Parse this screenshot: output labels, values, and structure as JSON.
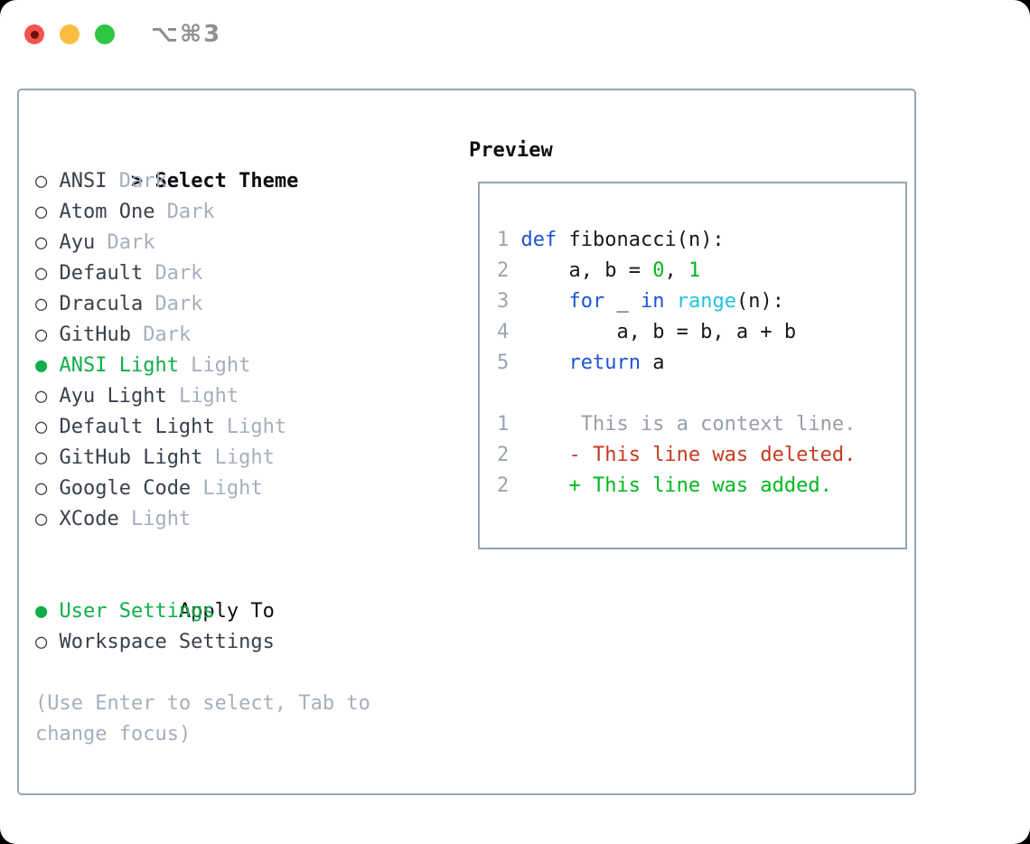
{
  "window": {
    "shortcut_label": "⌥⌘3"
  },
  "glyphs": {
    "radio_selected": "●",
    "radio_unselected": "○"
  },
  "colors": {
    "tl-close": "#f4534f",
    "tl-close-dot": "#701208",
    "tl-min": "#fbbd40",
    "tl-zoom": "#2ec643",
    "border": "#9aa3b1",
    "heading": "#0b0d10",
    "text-dark": "#3a4049",
    "muted": "#a7afbc",
    "accent": "#0fae4a",
    "kw": "#1d53d8",
    "cyan": "#1fc3dd",
    "num-green": "#00b81f",
    "added": "#00b81f",
    "deleted": "#c63a1f",
    "line-number": "#9aa4b2",
    "context": "#999fa8"
  },
  "theme_picker": {
    "header_marker": ">",
    "header_label": "Select Theme",
    "items": [
      {
        "name": "ANSI",
        "variant": "Dark",
        "selected": false
      },
      {
        "name": "Atom One",
        "variant": "Dark",
        "selected": false
      },
      {
        "name": "Ayu",
        "variant": "Dark",
        "selected": false
      },
      {
        "name": "Default",
        "variant": "Dark",
        "selected": false
      },
      {
        "name": "Dracula",
        "variant": "Dark",
        "selected": false
      },
      {
        "name": "GitHub",
        "variant": "Dark",
        "selected": false
      },
      {
        "name": "ANSI Light",
        "variant": "Light",
        "selected": true
      },
      {
        "name": "Ayu Light",
        "variant": "Light",
        "selected": false
      },
      {
        "name": "Default Light",
        "variant": "Light",
        "selected": false
      },
      {
        "name": "GitHub Light",
        "variant": "Light",
        "selected": false
      },
      {
        "name": "Google Code",
        "variant": "Light",
        "selected": false
      },
      {
        "name": "XCode",
        "variant": "Light",
        "selected": false
      }
    ]
  },
  "apply_to": {
    "label": "Apply To",
    "options": [
      {
        "label": "User Settings",
        "selected": true
      },
      {
        "label": "Workspace Settings",
        "selected": false
      }
    ]
  },
  "hint": "(Use Enter to select, Tab to change focus)",
  "preview": {
    "label": "Preview",
    "code_lines": [
      [
        {
          "t": "1",
          "c": "ln"
        },
        {
          "t": " ",
          "c": "pl"
        },
        {
          "t": "def",
          "c": "kw"
        },
        {
          "t": " fibonacci(n):",
          "c": "pl"
        }
      ],
      [
        {
          "t": "2",
          "c": "ln"
        },
        {
          "t": "     a, b = ",
          "c": "pl"
        },
        {
          "t": "0",
          "c": "num"
        },
        {
          "t": ", ",
          "c": "pl"
        },
        {
          "t": "1",
          "c": "num"
        }
      ],
      [
        {
          "t": "3",
          "c": "ln"
        },
        {
          "t": "     ",
          "c": "pl"
        },
        {
          "t": "for",
          "c": "kw"
        },
        {
          "t": " _ ",
          "c": "pl"
        },
        {
          "t": "in",
          "c": "kw"
        },
        {
          "t": " ",
          "c": "pl"
        },
        {
          "t": "range",
          "c": "cy"
        },
        {
          "t": "(n):",
          "c": "pl"
        }
      ],
      [
        {
          "t": "4",
          "c": "ln"
        },
        {
          "t": "         a, b = b, a + b",
          "c": "pl"
        }
      ],
      [
        {
          "t": "5",
          "c": "ln"
        },
        {
          "t": "     ",
          "c": "pl"
        },
        {
          "t": "return",
          "c": "kw"
        },
        {
          "t": " a",
          "c": "pl"
        }
      ],
      [],
      [
        {
          "t": "1",
          "c": "ln"
        },
        {
          "t": "      This is a context line.",
          "c": "ctx"
        }
      ],
      [
        {
          "t": "2",
          "c": "ln"
        },
        {
          "t": "     - This line was deleted.",
          "c": "del"
        }
      ],
      [
        {
          "t": "2",
          "c": "ln"
        },
        {
          "t": "     + This line was added.",
          "c": "add"
        }
      ]
    ]
  }
}
